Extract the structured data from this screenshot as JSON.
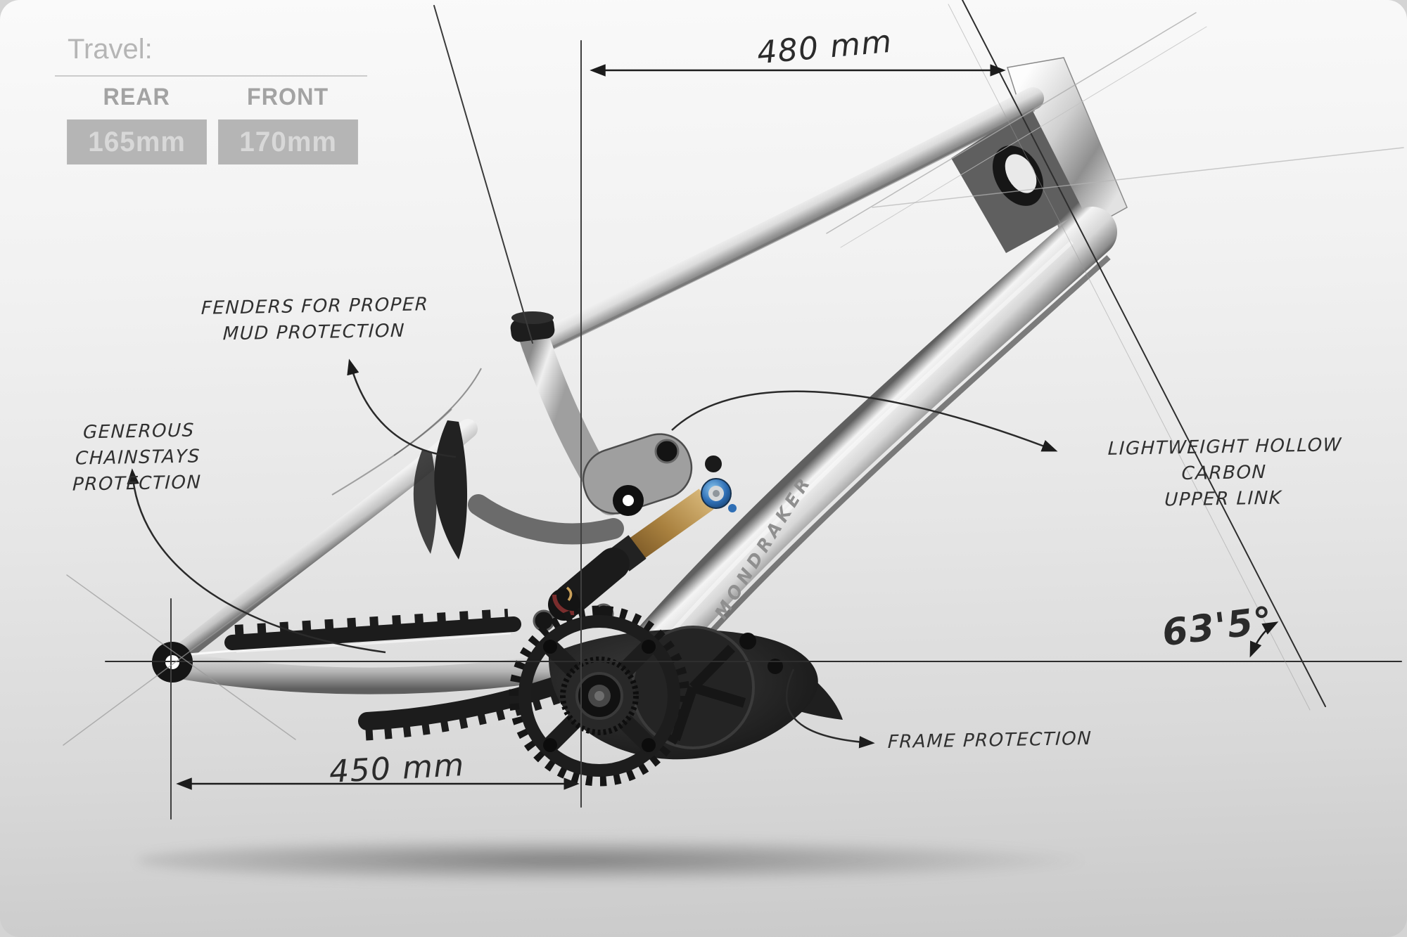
{
  "travel_panel": {
    "title": "Travel:",
    "rear": {
      "label": "REAR",
      "value": "165mm"
    },
    "front": {
      "label": "FRONT",
      "value": "170mm"
    }
  },
  "dimensions": {
    "reach": "480 mm",
    "chainstay_length": "450 mm",
    "head_angle": "63'5°"
  },
  "annotations": {
    "fenders_line1": "FENDERS FOR PROPER",
    "fenders_line2": "MUD PROTECTION",
    "chainstays_line1": "GENEROUS CHAINSTAYS",
    "chainstays_line2": "PROTECTION",
    "upper_link_line1": "LIGHTWEIGHT HOLLOW CARBON",
    "upper_link_line2": "UPPER LINK",
    "frame_protection": "FRAME PROTECTION"
  },
  "frame": {
    "brand": "MONDRAKER"
  },
  "colors": {
    "ink": "#2b2b2b",
    "badge_bg": "#b5b5b5",
    "shock_gold": "#a9813f",
    "dial_blue": "#2f6fb5"
  }
}
